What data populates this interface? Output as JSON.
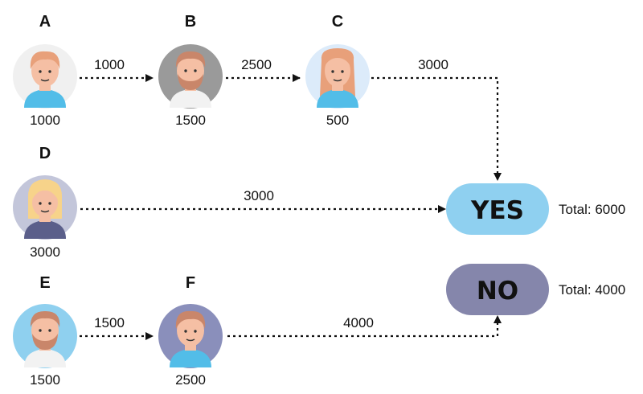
{
  "persons": [
    {
      "id": "A",
      "letter": "A",
      "amount": "1000",
      "bg": "#f0f0f0",
      "avatar": "man-avatar-icon"
    },
    {
      "id": "B",
      "letter": "B",
      "amount": "1500",
      "bg": "#9a9a9a",
      "avatar": "bearded-man-avatar-icon"
    },
    {
      "id": "C",
      "letter": "C",
      "amount": "500",
      "bg": "#dcebfa",
      "avatar": "woman-avatar-icon"
    },
    {
      "id": "D",
      "letter": "D",
      "amount": "3000",
      "bg": "#c3c6da",
      "avatar": "blonde-woman-avatar-icon"
    },
    {
      "id": "E",
      "letter": "E",
      "amount": "1500",
      "bg": "#8fd0ef",
      "avatar": "bearded-man-avatar-icon"
    },
    {
      "id": "F",
      "letter": "F",
      "amount": "2500",
      "bg": "#8a8fbb",
      "avatar": "man-avatar-icon"
    }
  ],
  "edges": [
    {
      "from": "A",
      "to": "B",
      "label": "1000"
    },
    {
      "from": "B",
      "to": "C",
      "label": "2500"
    },
    {
      "from": "C",
      "to": "YES",
      "label": "3000"
    },
    {
      "from": "D",
      "to": "YES",
      "label": "3000"
    },
    {
      "from": "E",
      "to": "F",
      "label": "1500"
    },
    {
      "from": "F",
      "to": "NO",
      "label": "4000"
    }
  ],
  "results": [
    {
      "id": "YES",
      "label": "YES",
      "total": "Total: 6000",
      "color": "#8fd0f0"
    },
    {
      "id": "NO",
      "label": "NO",
      "total": "Total: 4000",
      "color": "#8586ab"
    }
  ]
}
